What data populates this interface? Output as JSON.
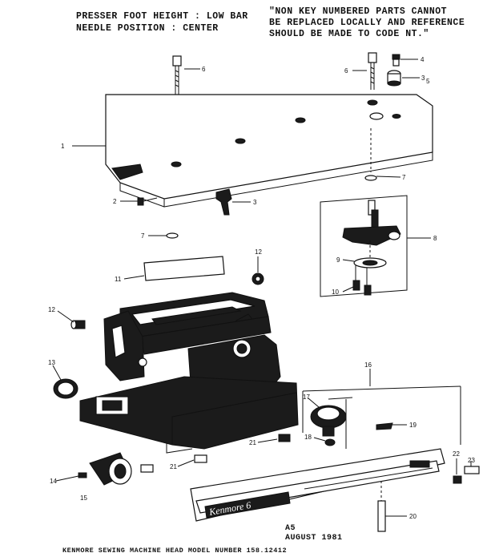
{
  "header": {
    "left_line1": "PRESSER FOOT HEIGHT : LOW BAR",
    "left_line2": "NEEDLE POSITION : CENTER",
    "note_line1": "\"NON KEY NUMBERED PARTS CANNOT",
    "note_line2": "BE REPLACED LOCALLY AND REFERENCE",
    "note_line3": "SHOULD BE MADE TO CODE NT.\""
  },
  "faceplate_brand": "Kenmore 6",
  "footer": {
    "page_code": "A5",
    "date": "AUGUST 1981",
    "caption": "KENMORE SEWING MACHINE HEAD MODEL NUMBER 158.12412"
  },
  "callouts": [
    {
      "id": "c1",
      "text": "1"
    },
    {
      "id": "c2",
      "text": "2"
    },
    {
      "id": "c3",
      "text": "3"
    },
    {
      "id": "c3b",
      "text": "3"
    },
    {
      "id": "c4",
      "text": "4"
    },
    {
      "id": "c5",
      "text": "5"
    },
    {
      "id": "c6a",
      "text": "6"
    },
    {
      "id": "c6b",
      "text": "6"
    },
    {
      "id": "c7a",
      "text": "7"
    },
    {
      "id": "c7b",
      "text": "7"
    },
    {
      "id": "c8",
      "text": "8"
    },
    {
      "id": "c9",
      "text": "9"
    },
    {
      "id": "c10",
      "text": "10"
    },
    {
      "id": "c11",
      "text": "11"
    },
    {
      "id": "c12a",
      "text": "12"
    },
    {
      "id": "c12b",
      "text": "12"
    },
    {
      "id": "c13",
      "text": "13"
    },
    {
      "id": "c14",
      "text": "14"
    },
    {
      "id": "c15",
      "text": "15"
    },
    {
      "id": "c16",
      "text": "16"
    },
    {
      "id": "c17",
      "text": "17"
    },
    {
      "id": "c18",
      "text": "18"
    },
    {
      "id": "c19",
      "text": "19"
    },
    {
      "id": "c20",
      "text": "20"
    },
    {
      "id": "c21a",
      "text": "21"
    },
    {
      "id": "c21b",
      "text": "21"
    },
    {
      "id": "c22",
      "text": "22"
    },
    {
      "id": "c23",
      "text": "23"
    }
  ]
}
